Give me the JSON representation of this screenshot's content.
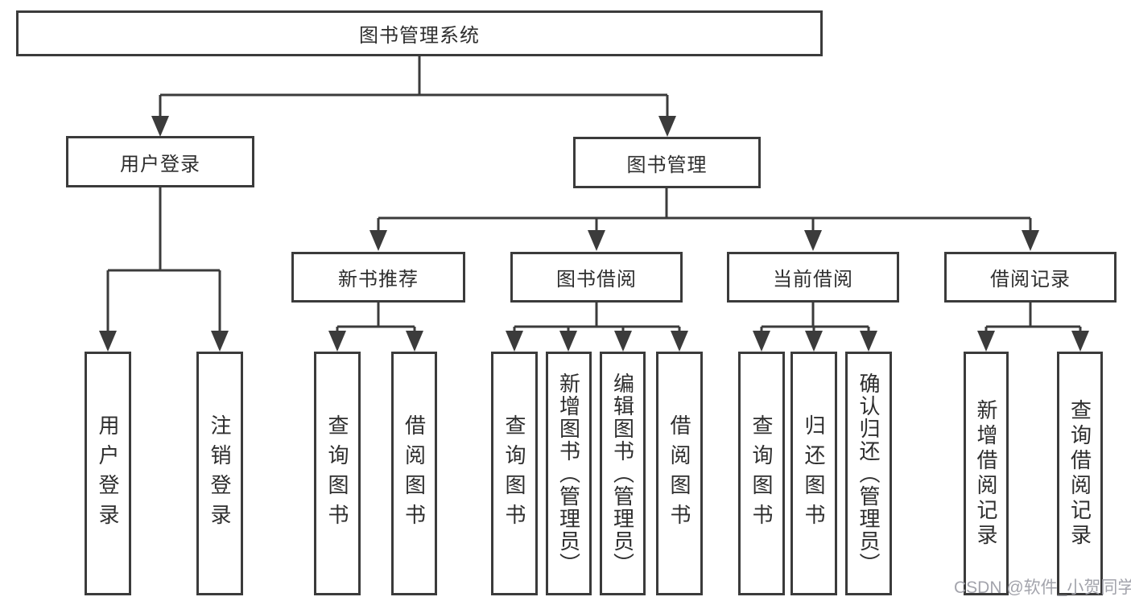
{
  "tree": {
    "root": {
      "label": "图书管理系统"
    },
    "branches": [
      {
        "label": "用户登录",
        "leaves": [
          {
            "label": "用户登录"
          },
          {
            "label": "注销登录"
          }
        ]
      },
      {
        "label": "图书管理",
        "groups": [
          {
            "label": "新书推荐",
            "leaves": [
              {
                "label": "查询图书"
              },
              {
                "label": "借阅图书"
              }
            ]
          },
          {
            "label": "图书借阅",
            "leaves": [
              {
                "label": "查询图书"
              },
              {
                "label": "新增图书（管理员）"
              },
              {
                "label": "编辑图书（管理员）"
              },
              {
                "label": "借阅图书"
              }
            ]
          },
          {
            "label": "当前借阅",
            "leaves": [
              {
                "label": "查询图书"
              },
              {
                "label": "归还图书"
              },
              {
                "label": "确认归还（管理员）"
              }
            ]
          },
          {
            "label": "借阅记录",
            "leaves": [
              {
                "label": "新增借阅记录"
              },
              {
                "label": "查询借阅记录"
              }
            ]
          }
        ]
      }
    ]
  },
  "watermark": {
    "text": "CSDN @软件_小贺同学"
  },
  "colors": {
    "line": "#3b3b3b",
    "text": "#2e2e2e",
    "background": "#ffffff",
    "watermark": "#a3a4ac"
  }
}
